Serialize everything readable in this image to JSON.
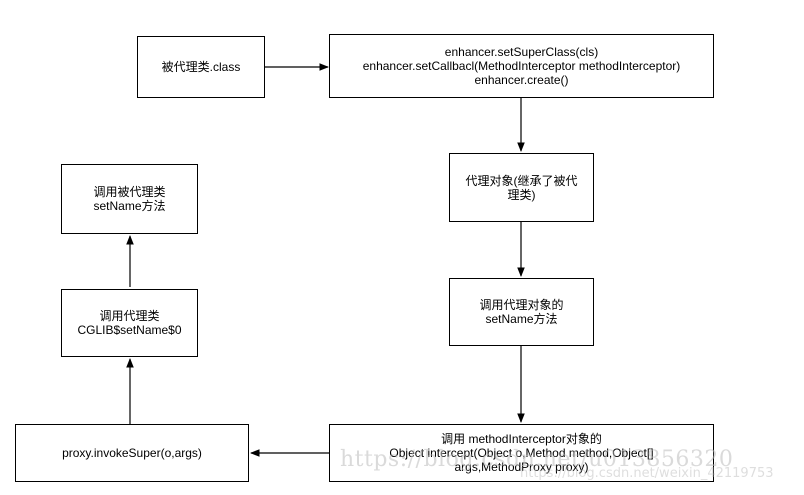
{
  "nodes": {
    "proxied_class": {
      "lines": [
        "被代理类.class"
      ]
    },
    "enhancer": {
      "lines": [
        "enhancer.setSuperClass(cls)",
        "enhancer.setCallbacl(MethodInterceptor methodInterceptor)",
        "enhancer.create()"
      ]
    },
    "proxy_object": {
      "lines": [
        "代理对象(继承了被代",
        "理类)"
      ]
    },
    "call_proxy_setname": {
      "lines": [
        "调用代理对象的",
        "setName方法"
      ]
    },
    "call_intercept": {
      "lines": [
        "调用 methodInterceptor对象的",
        "Object intercept(Object o,Method method,Object[]",
        "args,MethodProxy proxy)"
      ]
    },
    "invoke_super": {
      "lines": [
        "proxy.invokeSuper(o,args)"
      ]
    },
    "call_cglib": {
      "lines": [
        "调用代理类",
        "CGLIB$setName$0"
      ]
    },
    "call_target_setname": {
      "lines": [
        "调用被代理类",
        "setName方法"
      ]
    }
  },
  "edges": [
    {
      "from": "proxied_class",
      "to": "enhancer"
    },
    {
      "from": "enhancer",
      "to": "proxy_object"
    },
    {
      "from": "proxy_object",
      "to": "call_proxy_setname"
    },
    {
      "from": "call_proxy_setname",
      "to": "call_intercept"
    },
    {
      "from": "call_intercept",
      "to": "invoke_super"
    },
    {
      "from": "invoke_super",
      "to": "call_cglib"
    },
    {
      "from": "call_cglib",
      "to": "call_target_setname"
    }
  ],
  "watermark": {
    "url_text": "https://blog.csdn.net/u013856320",
    "blog_text": "https://blog.csdn.net/weixin_42119753"
  }
}
